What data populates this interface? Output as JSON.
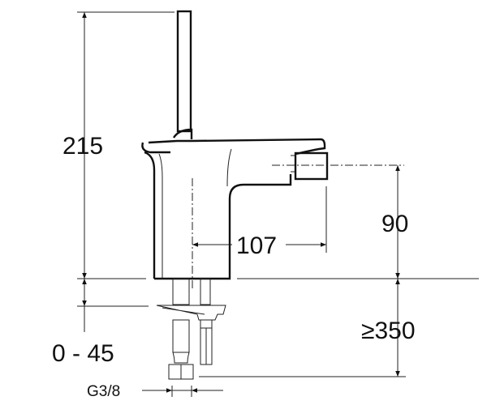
{
  "dimensions": {
    "total_height": "215",
    "spout_height": "90",
    "spout_reach": "107",
    "deck_thickness": "0 - 45",
    "hose_length": "≥350",
    "connection_thread": "G3/8"
  }
}
